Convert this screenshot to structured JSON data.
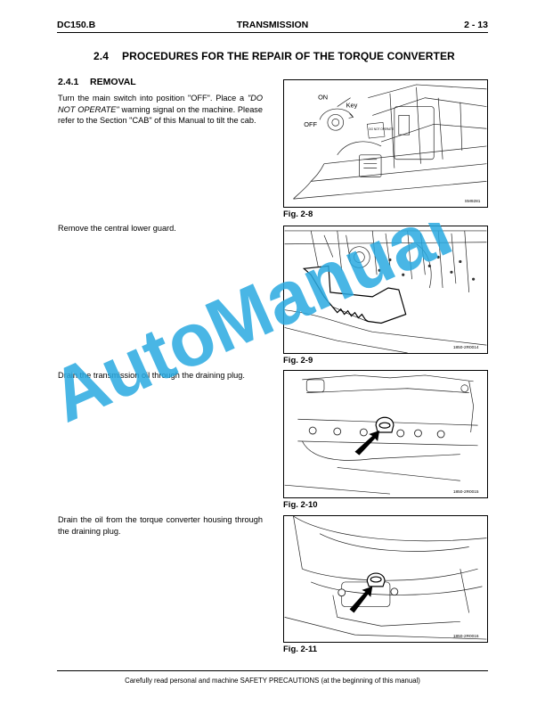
{
  "header": {
    "model": "DC150.B",
    "chapter": "TRANSMISSION",
    "page": "2 - 13"
  },
  "section": {
    "number": "2.4",
    "title": "PROCEDURES FOR THE REPAIR OF THE TORQUE CONVERTER"
  },
  "subsection": {
    "number": "2.4.1",
    "title": "REMOVAL"
  },
  "steps": {
    "s1_a": "Turn the main switch into position \"OFF\". Place a ",
    "s1_b": "\"DO NOT OPERATE\"",
    "s1_c": " warning signal on the machine. Please refer to the Section \"CAB\" of this Manual to tilt the cab.",
    "s2": "Remove the central lower guard.",
    "s3": "Drain the transmission oil through the draining plug.",
    "s4": "Drain the oil from the torque converter housing through the draining plug."
  },
  "figures": [
    {
      "caption": "Fig. 2-8",
      "code": "SM9281",
      "labels": {
        "on": "ON",
        "off": "OFF",
        "key": "Key",
        "tag": "DO NOT OPERATE"
      }
    },
    {
      "caption": "Fig. 2-9",
      "code": "1850-2R0014"
    },
    {
      "caption": "Fig. 2-10",
      "code": "1850-2R0015"
    },
    {
      "caption": "Fig. 2-11",
      "code": "1850-2R0016"
    }
  ],
  "watermark": {
    "text": "AutoManual",
    "color": "#29a9e0"
  },
  "footer": {
    "text": "Carefully read personal and machine SAFETY PRECAUTIONS (at the beginning of this manual)"
  }
}
